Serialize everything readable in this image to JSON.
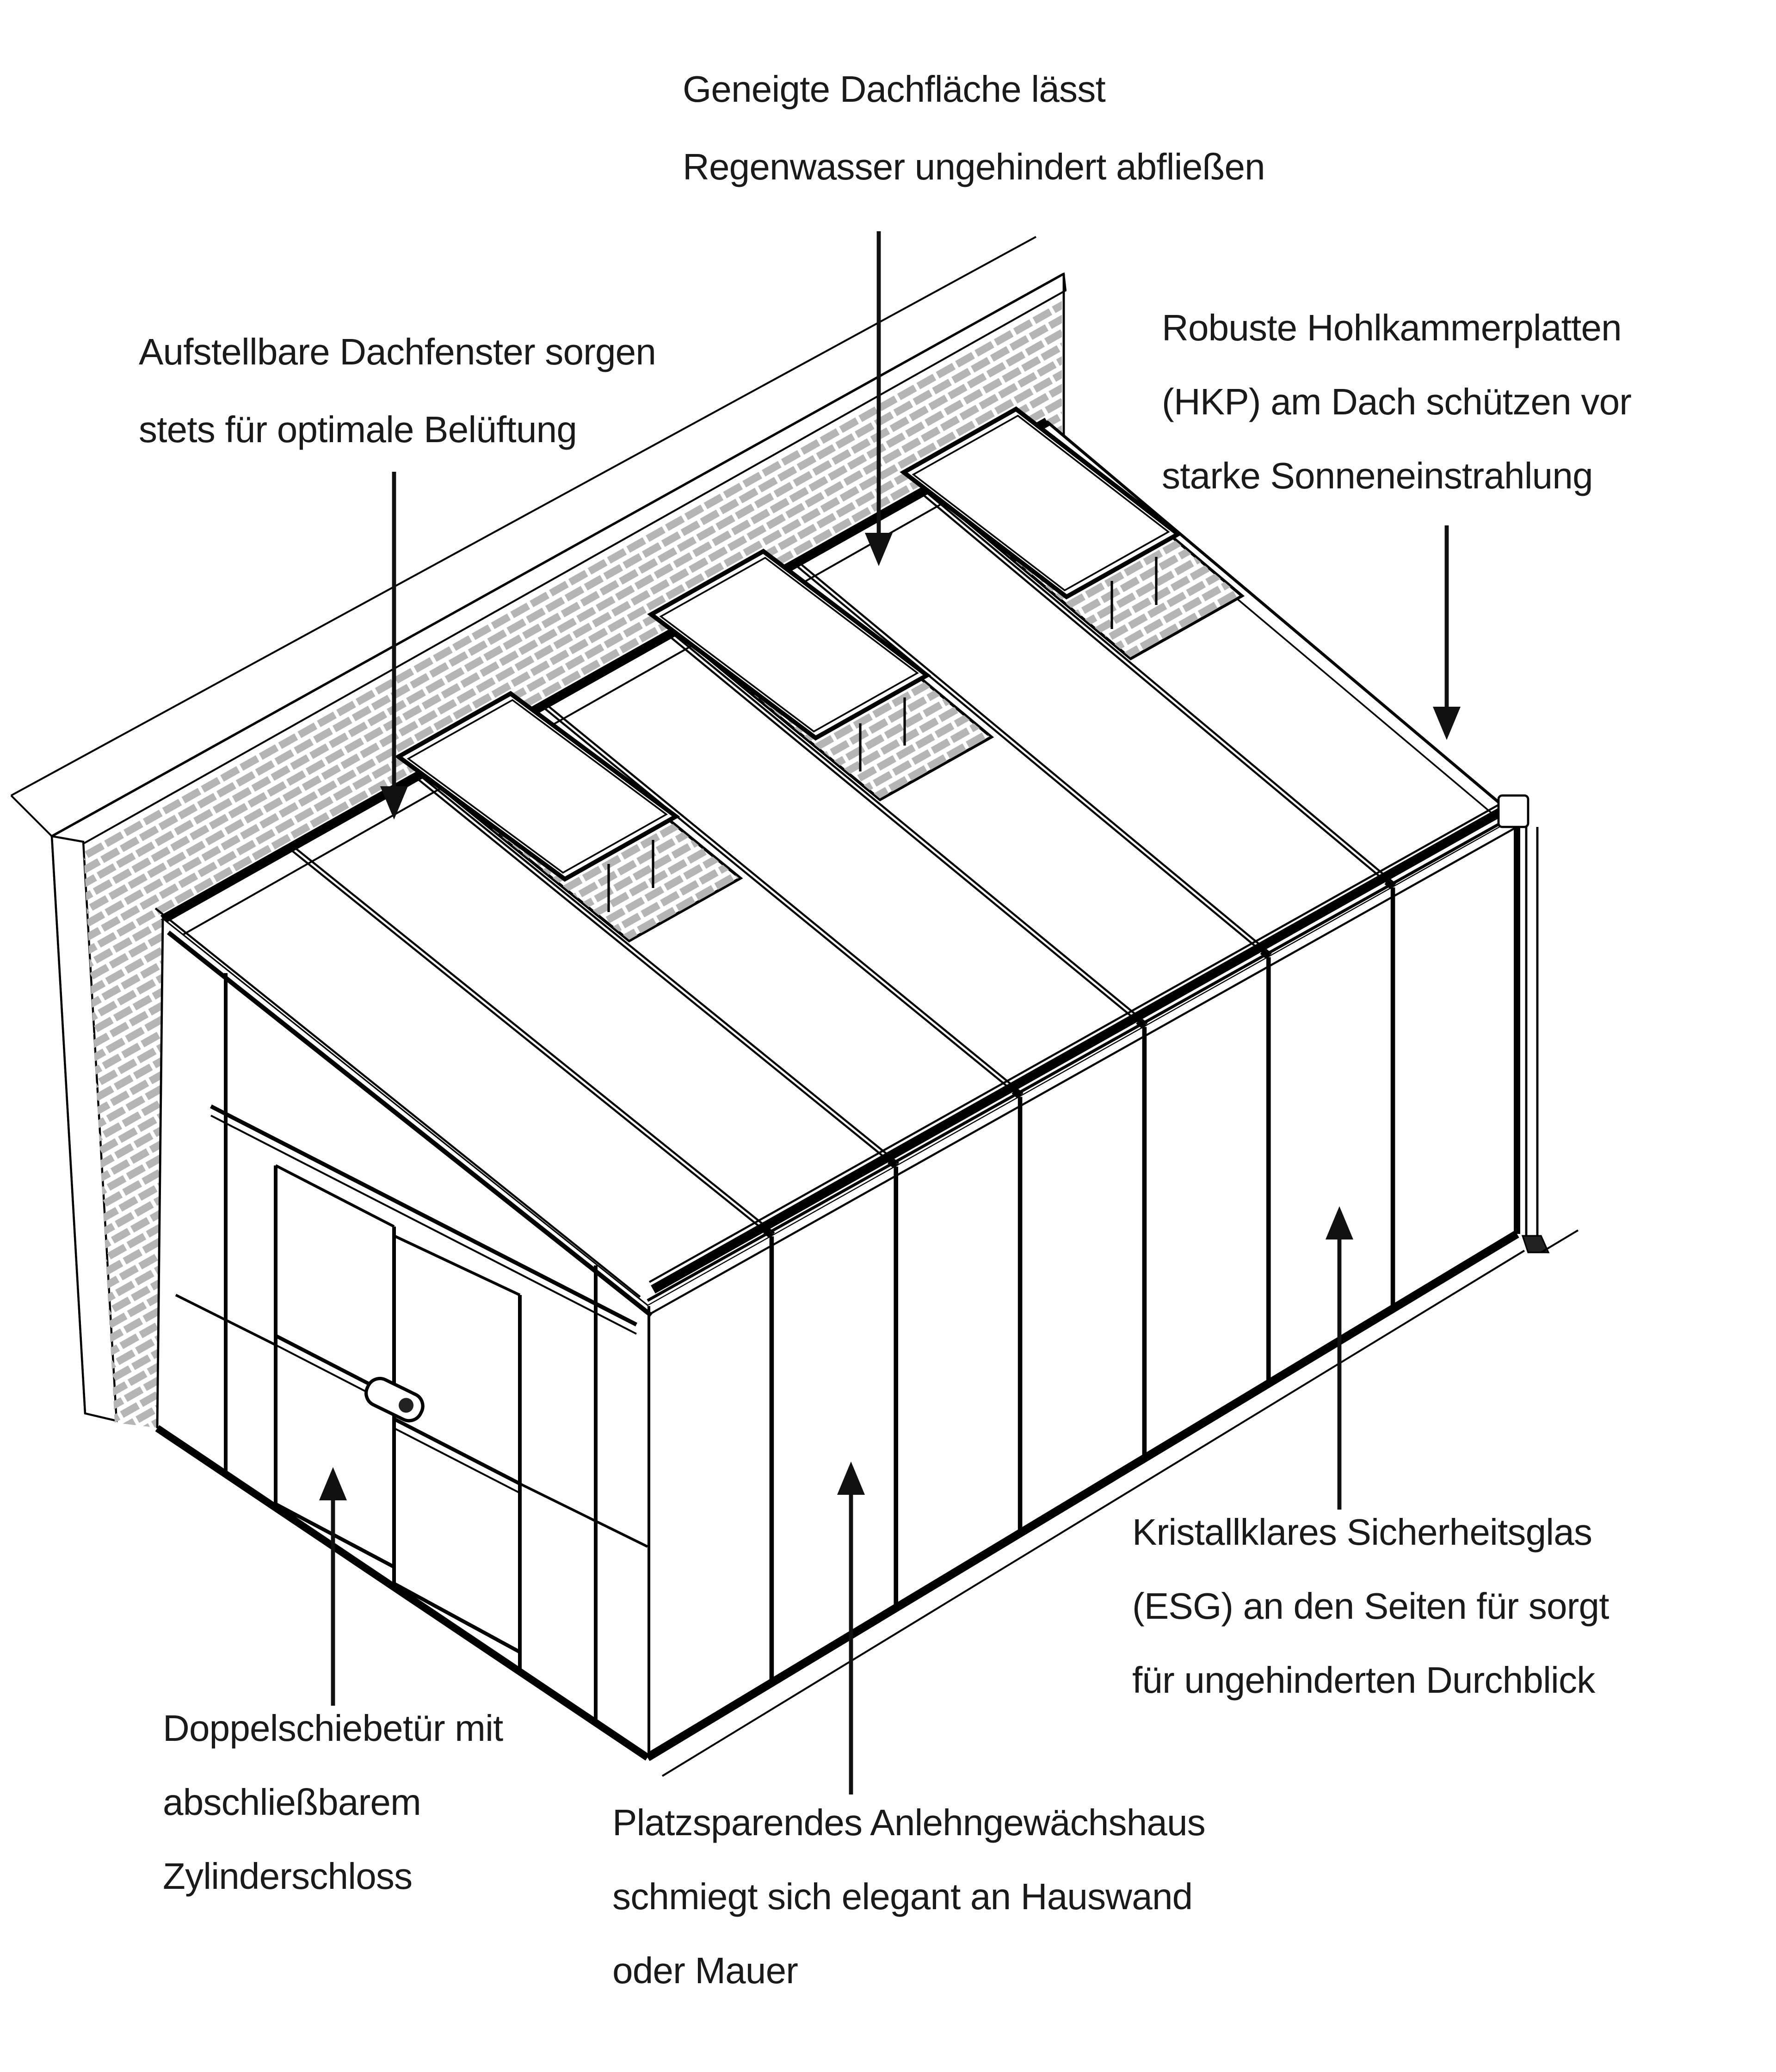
{
  "diagram": {
    "title_implicit": "Anlehngewächshaus Funktionsübersicht",
    "colors": {
      "background": "#ffffff",
      "line": "#000000",
      "brick": "#b5b5b5",
      "eave_shade": "#d4d4d4",
      "text": "#1a1a1a"
    },
    "parts": [
      "brick-wall",
      "sloped-roof",
      "roof-vent-window",
      "front-glass-wall",
      "gable-end-wall",
      "double-sliding-door",
      "cylinder-lock",
      "downpipe"
    ]
  },
  "labels": {
    "roof_slope": {
      "lines": [
        "Geneigte Dachfläche lässt",
        "Regenwasser ungehindert abfließen"
      ],
      "arrow": "down"
    },
    "roof_windows": {
      "lines": [
        "Aufstellbare Dachfenster sorgen",
        "stets für optimale Belüftung"
      ],
      "arrow": "down"
    },
    "roof_panels": {
      "lines": [
        "Robuste Hohlkammerplatten",
        "(HKP) am Dach schützen vor",
        "starke Sonneneinstrahlung"
      ],
      "arrow": "down"
    },
    "side_glass": {
      "lines": [
        "Kristallklares Sicherheitsglas",
        "(ESG) an den Seiten für sorgt",
        "für ungehinderten Durchblick"
      ],
      "arrow": "up"
    },
    "door": {
      "lines": [
        "Doppelschiebetür mit",
        "abschließbarem",
        "Zylinderschloss"
      ],
      "arrow": "up"
    },
    "lean_to": {
      "lines": [
        "Platzsparendes Anlehngewächshaus",
        "schmiegt sich elegant an Hauswand",
        "oder Mauer"
      ],
      "arrow": "up"
    }
  }
}
